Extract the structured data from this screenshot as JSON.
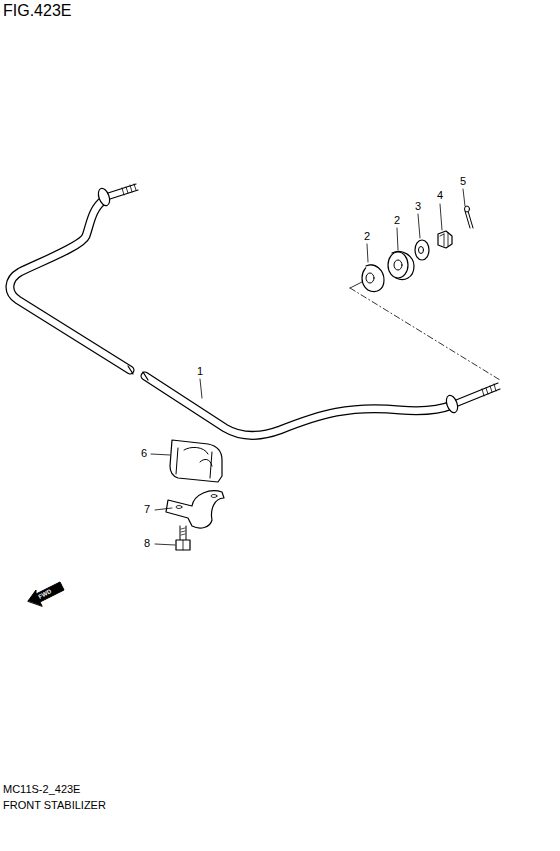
{
  "diagram": {
    "title": "FIG.423E",
    "labels": [
      "1",
      "2",
      "2",
      "3",
      "4",
      "5",
      "6",
      "7",
      "8",
      "FWD",
      "MC11S-2_423E",
      "FRONT STABILIZER"
    ]
  }
}
